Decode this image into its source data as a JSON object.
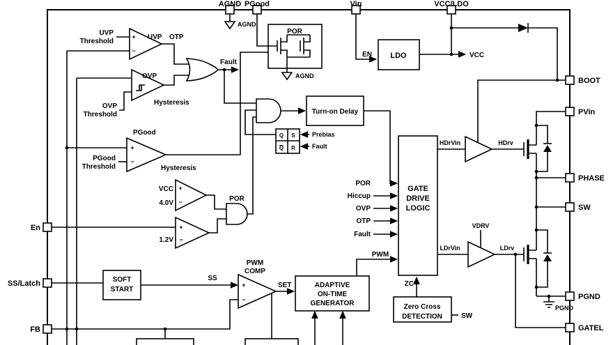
{
  "diagram": {
    "pins": {
      "top": [
        "AGND",
        "PGood",
        "Vin",
        "VCC/LDO"
      ],
      "left": [
        "En",
        "SS/Latch",
        "FB"
      ],
      "right": [
        "BOOT",
        "PVin",
        "PHASE",
        "SW",
        "PGND",
        "GATEL"
      ]
    },
    "grounds": {
      "agnd_top": "AGND",
      "agnd_por": "AGND",
      "pgnd": "PGND"
    },
    "blocks": {
      "por": "POR",
      "ldo": "LDO",
      "turn_on_delay": "Turn-on Delay",
      "soft_start": [
        "SOFT",
        "START"
      ],
      "pwm_comp": [
        "PWM",
        "COMP"
      ],
      "adaptive": [
        "ADAPTIVE",
        "ON-TIME",
        "GENERATOR"
      ],
      "gate_drive": [
        "GATE",
        "DRIVE",
        "LOGIC"
      ],
      "zero_cross": [
        "Zero Cross",
        "DETECTION"
      ]
    },
    "comparators": {
      "uvp": {
        "name": "UVP",
        "otp": "OTP",
        "threshold": [
          "UVP",
          "Threshold"
        ]
      },
      "ovp": {
        "name": "OVP",
        "threshold": [
          "OVP",
          "Threshold"
        ],
        "hysteresis": "Hysteresis"
      },
      "pgood": {
        "name": "PGood",
        "threshold": [
          "PGood",
          "Threshold"
        ],
        "hysteresis": "Hysteresis"
      },
      "vcc_por": {
        "in_p": "VCC",
        "in_n": "4.0V",
        "out": "POR"
      },
      "enable": {
        "in_n": "1.2V"
      }
    },
    "latch": {
      "q": "Q",
      "s": "S",
      "qn": "Q",
      "r": "R",
      "prebias": "Prebias",
      "fault": "Fault"
    },
    "gate_drive_inputs": {
      "por": "POR",
      "hiccup": "Hiccup",
      "ovp": "OVP",
      "otp": "OTP",
      "fault": "Fault",
      "pwm": "PWM"
    },
    "signals": {
      "fault": "Fault",
      "en": "EN",
      "vcc": "VCC",
      "ss": "SS",
      "set": "SET",
      "zc": "ZC",
      "sw": "SW",
      "hdrvin": "HDrVin",
      "hdrv": "HDrv",
      "ldrvin": "LDrVin",
      "ldrv": "LDrv",
      "vdrv": "VDRV"
    },
    "symbols": {
      "plus": "+",
      "minus": "−"
    }
  }
}
